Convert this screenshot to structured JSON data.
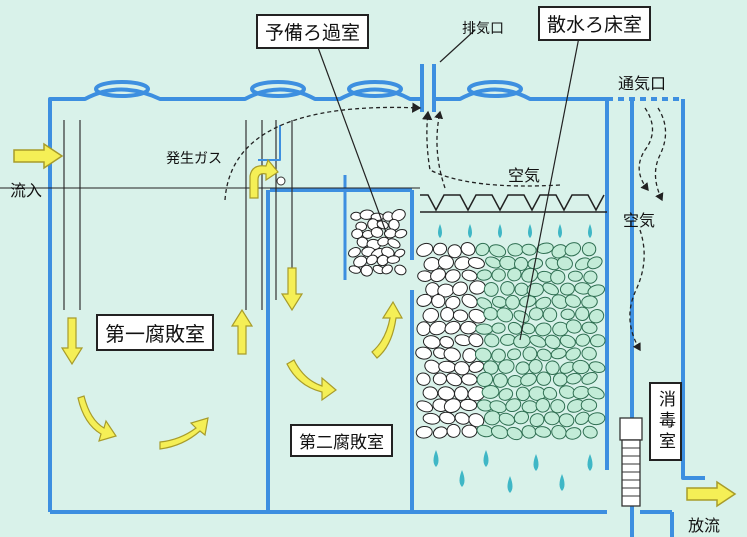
{
  "labels": {
    "pre_filter_chamber": "予備ろ過室",
    "exhaust_port": "排気口",
    "trickling_filter_chamber": "散水ろ床室",
    "vent_port": "通気口",
    "generated_gas": "発生ガス",
    "inflow": "流入",
    "air_top": "空気",
    "air_right": "空気",
    "first_septic_chamber": "第一腐敗室",
    "second_septic_chamber": "第二腐敗室",
    "disinfection_chamber": "消毒室",
    "discharge": "放流"
  },
  "colors": {
    "background": "#d9f2ea",
    "tank_wall": "#3d8fe0",
    "flow_arrow": "#f5ef56",
    "flow_arrow_outline": "#a89c2a",
    "water_drop": "#3fb7c6",
    "stone_outline": "#222222",
    "stone_fill_light": "#ffffff",
    "stone_fill_green": "#c3ecd8"
  },
  "icons": {
    "flow": "yellow-arrow-icon",
    "drop": "water-drop-icon",
    "air": "dashed-arrow-icon"
  }
}
